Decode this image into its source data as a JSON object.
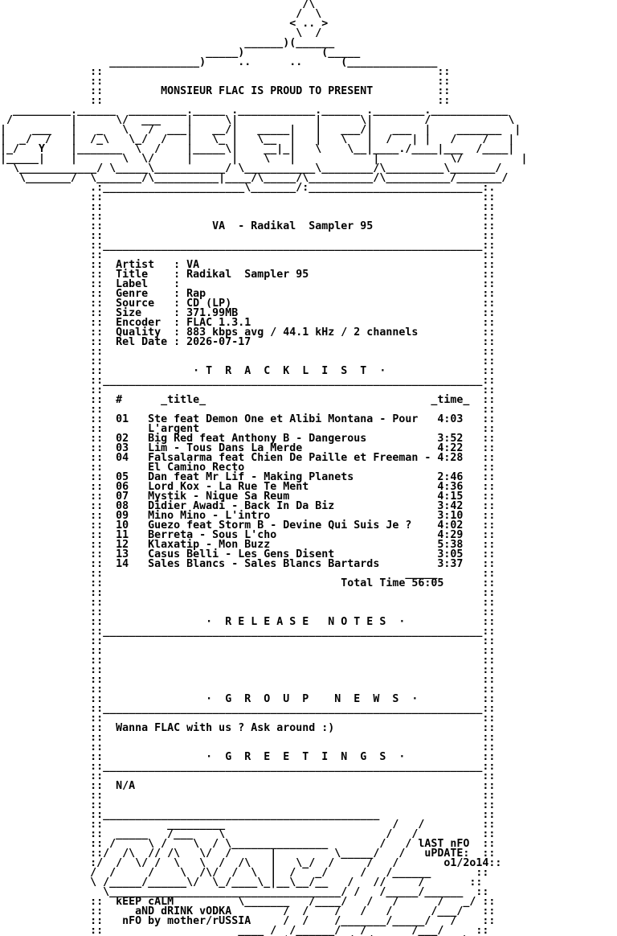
{
  "nfo": {
    "lines": [
      "                                               /\\",
      "                                              /  \\",
      "                                             < .. >",
      "                                              \\  /",
      "                                      ______)(______",
      "                                _____)            (_____",
      "                 ______________)     ..      ..      (______________",
      "              ::                                                    ::",
      "              ::                                                    ::",
      "              ::         MONSIEUR FLAC IS PROUD TO PRESENT          ::",
      "              ::                                                    ::",
      "  _________.______  _________._____ .____________.______ .________.____________",
      " /         |      \\/  ___    |     \\|            |      \\|        /            \\",
      "|    ___   |   _   \\   /  ___|   __/|   _____|   |   ___/|   ___  |    _______  |",
      "|  _/  /   |  /_\\   \\_/  /   |   \\_ |   \\__  |   |   \\   |  /   | |   /    /   |",
      "|_/   Y    |_______  \\  /    |_____\\|    __|_|   \\    \\__|____./____|___  /____|",
      "|_____|    |       \\  \\/     |      |    \\   |            |           \\/         |",
      "  \\____________/ \\_____\\___________/ \\___________\\________/\\_________\\_______/",
      "   \\_______/  \\_______/\\__________|____/\\_____/\\__________/\\__________/_______/",
      "              .:______________________\\_______/:___________________________:.",
      "              ::                                                           ::",
      "              ::                                                           ::",
      "              ::                                                           ::",
      "              ::                 VA  - Radikal  Sampler 95                 ::",
      "              ::                                                           ::",
      "              ::___________________________________________________________::",
      "              ::                                                           ::",
      "              ::  Artist   : VA                                            ::",
      "              ::  Title    : Radikal  Sampler 95                           ::",
      "              ::  Label    :                                               ::",
      "              ::  Genre    : Rap                                           ::",
      "              ::  Source   : CD (LP)                                       ::",
      "              ::  Size     : 371.99MB                                      ::",
      "              ::  Encoder  : FLAC 1.3.1                                    ::",
      "              ::  Quality  : 883 kbps avg / 44.1 kHz / 2 channels          ::",
      "              ::  Rel Date : 2026-07-17                                    ::",
      "              ::                                                           ::",
      "              ::                                                           ::",
      "              ::              · T  R  A  C  K  L  I  S  T  ·               ::",
      "              ::___________________________________________________________::",
      "              ::                                                           ::",
      "              ::  #      _title_                                   _time_  ::",
      "              ::                                                           ::",
      "              ::  01   Ste feat Demon One et Alibi Montana - Pour   4:03   ::",
      "              ::       L'argent                                            ::",
      "              ::  02   Big Red feat Anthony B - Dangerous           3:52   ::",
      "              ::  03   Lim - Tous Dans La Merde                     4:22   ::",
      "              ::  04   Falsalarma feat Chien De Paille et Freeman - 4:28   ::",
      "              ::       El Camino Recto                                     ::",
      "              ::  05   Dan feat Mr Lif - Making Planets             2:46   ::",
      "              ::  06   Lord Kox - La Rue Te Ment                    4:36   ::",
      "              ::  07   Mystik - Nique Sa Reum                       4:15   ::",
      "              ::  08   Didier Awadi - Back In Da Biz                3:42   ::",
      "              ::  09   Mino Mino - L'intro                          3:10   ::",
      "              ::  10   Guezo feat Storm B - Devine Qui Suis Je ?    4:02   ::",
      "              ::  11   Berreta - Sous L'cho                         4:29   ::",
      "              ::  12   Klaxatip - Mon Buzz                          5:38   ::",
      "              ::  13   Casus Belli - Les Gens Disent                3:05   ::",
      "              ::  14   Sales Blancs - Sales Blancs Bartards         3:37   ::",
      "              ::                                               _____       ::",
      "              ::                                     Total Time 56:05      ::",
      "              ::                                                           ::",
      "              ::                                                           ::",
      "              ::                                                           ::",
      "              ::                ·  R E L E A S E   N O T E S  ·            ::",
      "              ::___________________________________________________________::",
      "              ::                                                           ::",
      "              ::                                                           ::",
      "              ::                                                           ::",
      "              ::                                                           ::",
      "              ::                                                           ::",
      "              ::                                                           ::",
      "              ::                ·  G  R  O  U  P    N  E  W  S  ·          ::",
      "              ::___________________________________________________________::",
      "              ::                                                           ::",
      "              ::  Wanna FLAC with us ? Ask around :)                       ::",
      "              ::                                                           ::",
      "              ::                                                           ::",
      "              ::                ·  G  R  E  E  T  I  N  G  S  ·            ::",
      "              ::___________________________________________________________::",
      "              ::                                                           ::",
      "              ::  N/A                                                      ::",
      "              ::                                                           ::",
      "              ::                                                           ::",
      "              ::___________________________________________                ::",
      "              ::          _________                          /   /         ::",
      "              ::  _____   /___    \\                         /   /          ::",
      "              :: /     \\ /    \\  / \\_______________        /   / lAST nFO  ::",
      "              ::/  /\\  // /\\   \\/  /      |         \\_____/   /   uPDATE:  ::",
      "              :/  /  \\/ /  \\   \\  /  /\\   |   \\_/  /     /   /       o1/2o14::",
      "              /  /     /    \\  /\\/  /  \\  |  /   _/     /   /______       ::",
      "              \\ /_____/______\\/  \\_/____\\_|__\\__/__   /   //     /       ::",
      "                \\____________________________________/ /   /_____/______  ::",
      "              ::  kEEP cALM          \\_______   /____/   /   /      /   _/ ::",
      "              ::     aND dRINK vODKA        /  /    /   /   /      /___/   ::",
      "              ::   nFO by mother/rUSSIA     /  /    /_______/_____/   /    ::",
      "              ::                     ____ /  /______/   /       /___/     ::",
      "              ::::::::::::::::::::::: $  :  $ ::::::  /  /______________\\_ ::",
      "                                    .     .          /______________________\\"
    ]
  }
}
